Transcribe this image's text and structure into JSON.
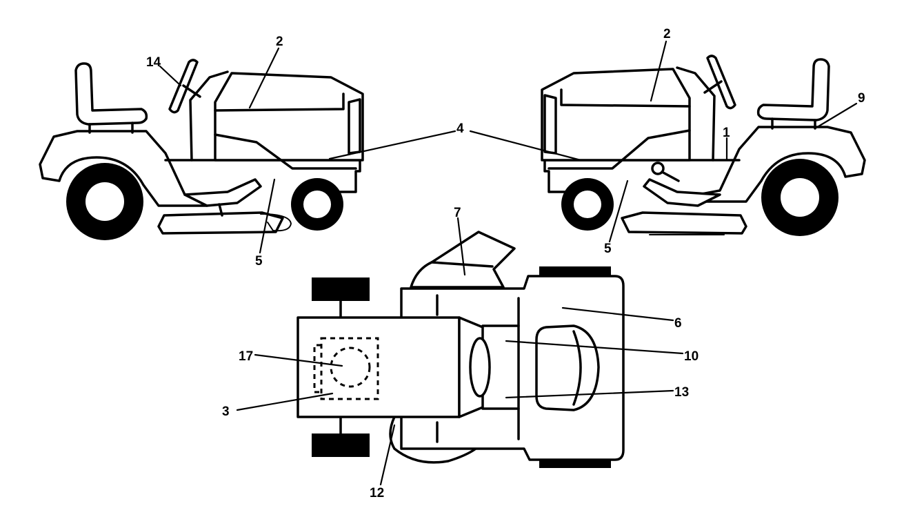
{
  "callouts": {
    "c1": "1",
    "c2a": "2",
    "c2b": "2",
    "c3": "3",
    "c4": "4",
    "c5a": "5",
    "c5b": "5",
    "c6": "6",
    "c7": "7",
    "c9": "9",
    "c10": "10",
    "c12": "12",
    "c13": "13",
    "c14": "14",
    "c17": "17"
  }
}
